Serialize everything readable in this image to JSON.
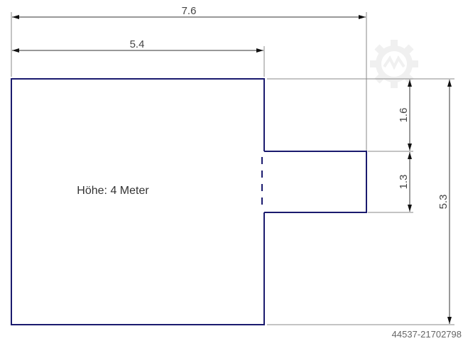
{
  "drawing": {
    "outline_color": "#1a1a6e",
    "dim_line_color": "#888888",
    "room_label": "Höhe: 4 Meter",
    "dimensions": {
      "total_width": "7.6",
      "main_width": "5.4",
      "upper_offset": "1.6",
      "annex_height": "1.3",
      "total_height": "5.3"
    },
    "watermark": "gear-logo",
    "listing_id": "44537-21702798"
  }
}
